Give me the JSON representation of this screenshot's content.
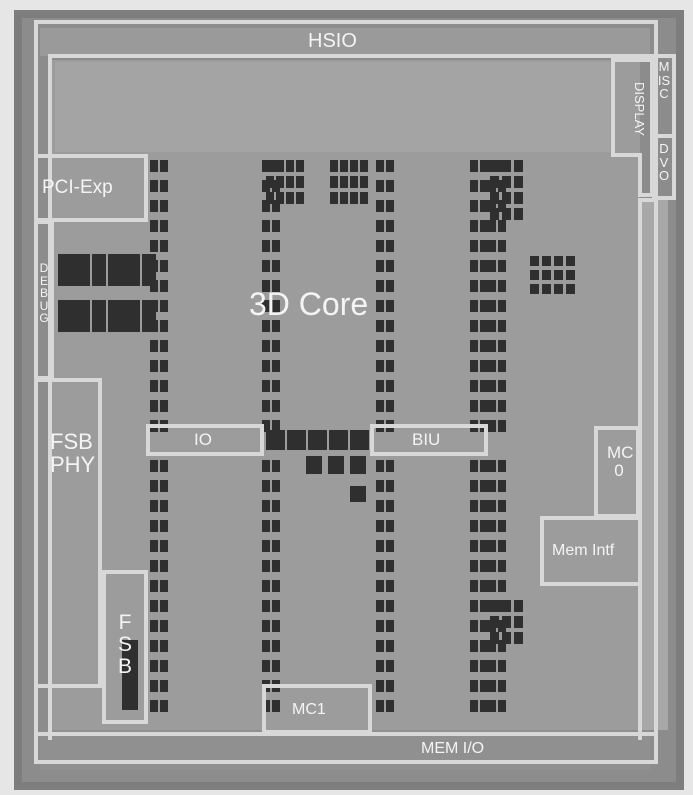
{
  "diagram": {
    "colors": {
      "outer_bg": "#e6e6e6",
      "die_bg": "#8a8a8a",
      "core_bg": "#999999",
      "block_outline": "#d8d8d8",
      "dark_cell": "#2f2f2f",
      "pad_ring": "#b0b0b0",
      "label": "#f4f4f4"
    },
    "blocks": {
      "hsio": "HSIO",
      "display": "DISPLAY",
      "misc": "MISC",
      "dvo": "DVO",
      "pci_exp": "PCI-Exp",
      "debug": "DEBUG",
      "core": "3D Core",
      "io": "IO",
      "biu": "BIU",
      "mc0": "MC 0",
      "mem_intf": "Mem Intf",
      "fsb_phy": "FSB PHY",
      "fsb": "FSB",
      "mc1": "MC1",
      "mem_io": "MEM I/O"
    }
  }
}
